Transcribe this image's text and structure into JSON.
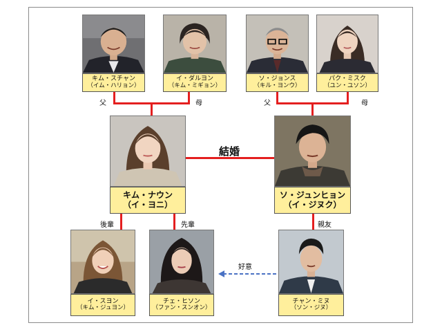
{
  "people": {
    "kim_suchan": {
      "name": "キム・スチャン",
      "actor": "（イム・ハリョン）"
    },
    "lee_daljeong": {
      "name": "イ・ダルヨン",
      "actor": "（キム・ミギョン）"
    },
    "so_jongsu": {
      "name": "ソ・ジョンス",
      "actor": "（キル・ヨンウ）"
    },
    "park_misuk": {
      "name": "パク・ミスク",
      "actor": "（ユン・ユソン）"
    },
    "kim_naun": {
      "name": "キム・ナウン",
      "actor": "（イ・ヨニ）"
    },
    "so_junhyeon": {
      "name": "ソ・ジュンヒョン",
      "actor": "（イ・ジヌク）"
    },
    "lee_suyeon": {
      "name": "イ・スヨン",
      "actor": "（キム・ジュヨン）"
    },
    "choi_hison": {
      "name": "チェ・ヒソン",
      "actor": "（ファン・スンオン）"
    },
    "chan_minu": {
      "name": "チャン・ミヌ",
      "actor": "（ソン・ジヌ）"
    }
  },
  "relations": {
    "father_left": "父",
    "mother_left": "母",
    "father_right": "父",
    "mother_right": "母",
    "marriage": "結婚",
    "junior": "後輩",
    "senior": "先輩",
    "best_friend": "親友",
    "crush": "好意"
  },
  "colors": {
    "line": "#e41f1f",
    "label_bg": "#ffef9c",
    "arrow": "#4a72c4"
  }
}
